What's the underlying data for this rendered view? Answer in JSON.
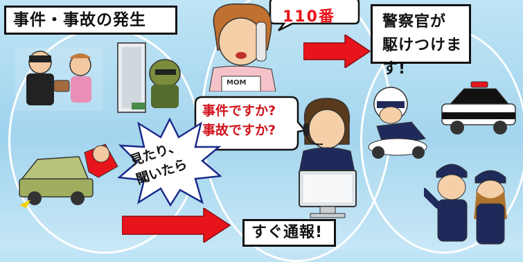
{
  "labels": {
    "incident": "事件・事故の発生",
    "call_110": "110番",
    "officer_arrives_line1": "警察官が",
    "officer_arrives_line2": "駆けつけます!",
    "operator_line1": "事件ですか?",
    "operator_line2": "事故ですか?",
    "witness_line1": "見たり、",
    "witness_line2": "聞いたら",
    "report_now": "すぐ通報!",
    "apron_text": "MOM"
  },
  "colors": {
    "background": "#aadcf2",
    "label_border": "#111111",
    "arrow_red": "#e8141c",
    "call_text": "#e8141c",
    "operator_text": "#d0121b",
    "burst_fill": "#ffffff",
    "burst_stroke": "#1c2a8a"
  },
  "illustrations": [
    "burglar-stealing-bag-icon",
    "thief-at-window-icon",
    "car-accident-icon",
    "mom-on-phone-icon",
    "police-operator-headset-icon",
    "computer-monitor-icon",
    "police-motorcycle-officer-icon",
    "police-patrol-car-icon",
    "police-officers-pointing-icon"
  ]
}
